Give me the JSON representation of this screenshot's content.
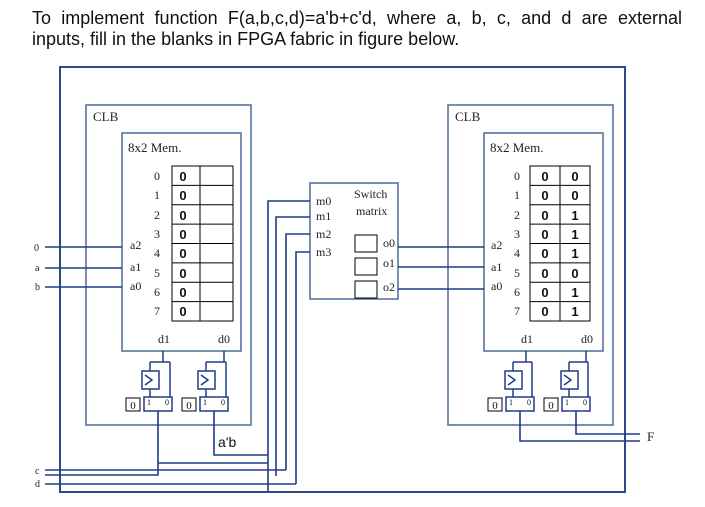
{
  "question": "To implement function F(a,b,c,d)=a'b+c'd, where a, b, c, and d are external inputs, fill in the blanks in FPGA fabric in figure below.",
  "clb_left": {
    "title": "CLB",
    "mem_title": "8x2 Mem.",
    "addresses": [
      "0",
      "1",
      "2",
      "3",
      "4",
      "5",
      "6",
      "7"
    ],
    "d1_col": [
      "0",
      "0",
      "0",
      "0",
      "0",
      "0",
      "0",
      "0"
    ],
    "d0_col": [
      "",
      "",
      "",
      "",
      "",
      "",
      "",
      ""
    ],
    "addr_inputs": [
      "a2",
      "a1",
      "a0"
    ],
    "out_labels": [
      "d1",
      "d0"
    ],
    "ff_bits": [
      "0",
      "0"
    ]
  },
  "clb_right": {
    "title": "CLB",
    "mem_title": "8x2 Mem.",
    "addresses": [
      "0",
      "1",
      "2",
      "3",
      "4",
      "5",
      "6",
      "7"
    ],
    "d1_col": [
      "0",
      "0",
      "0",
      "0",
      "0",
      "0",
      "0",
      "0"
    ],
    "d0_col": [
      "0",
      "0",
      "1",
      "1",
      "1",
      "0",
      "1",
      "1"
    ],
    "addr_inputs": [
      "a2",
      "a1",
      "a0"
    ],
    "out_labels": [
      "d1",
      "d0"
    ],
    "ff_bits": [
      "0",
      "0"
    ]
  },
  "switch_matrix": {
    "title_line1": "Switch",
    "title_line2": "matrix",
    "inputs": [
      "m0",
      "m1",
      "m2",
      "m3"
    ],
    "outputs": [
      "o0",
      "o1",
      "o2"
    ]
  },
  "external_inputs": {
    "in0": "0",
    "a": "a",
    "b": "b",
    "c": "c",
    "d": "d"
  },
  "wire_label": "a'b",
  "output_label": "F",
  "mux_bits": {
    "one": "1",
    "zero": "0"
  },
  "colors": {
    "fabric": "#2e4a8a",
    "block": "#4a6a9a",
    "wire": "#1f3c88",
    "grid": "#000000"
  }
}
